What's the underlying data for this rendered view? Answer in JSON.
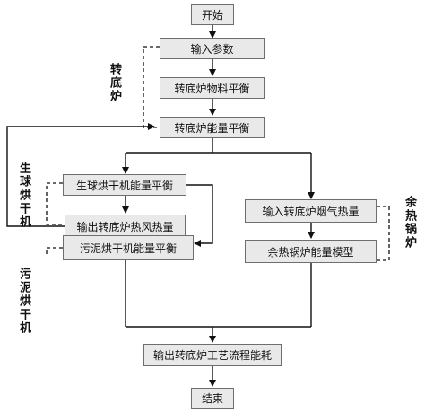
{
  "nodes": {
    "start": "开始",
    "input_params": "输入参数",
    "material_balance": "转底炉物料平衡",
    "energy_balance": "转底炉能量平衡",
    "green_dryer_balance": "生球烘干机能量平衡",
    "hot_air_output": "输出转底炉热风热量",
    "sludge_dryer_balance": "污泥烘干机能量平衡",
    "flue_gas_input": "输入转底炉烟气热量",
    "waste_heat_model": "余热锅炉能量模型",
    "process_energy_output": "输出转底炉工艺流程能耗",
    "end": "结束"
  },
  "group_labels": {
    "rotary_hearth": "转底炉",
    "green_dryer": "生球烘干机",
    "sludge_dryer": "污泥烘干机",
    "waste_heat_boiler": "余热锅炉"
  }
}
